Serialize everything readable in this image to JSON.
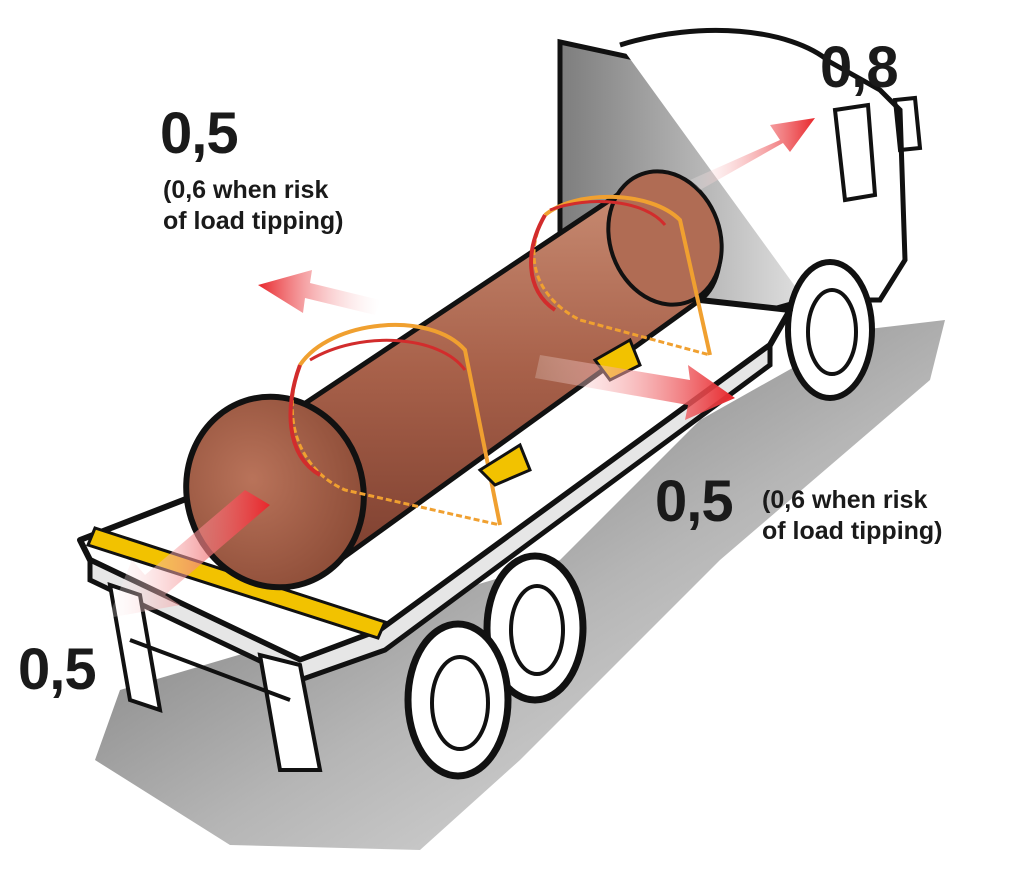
{
  "labels": {
    "front": {
      "value": "0,8"
    },
    "left": {
      "value": "0,5",
      "note_line1": "(0,6 when risk",
      "note_line2": "of load tipping)"
    },
    "right": {
      "value": "0,5",
      "note_line1": "(0,6 when risk",
      "note_line2": "of load tipping)"
    },
    "rear": {
      "value": "0,5"
    }
  },
  "colors": {
    "arrow": "#e8262b",
    "cargo": "#a8614a",
    "strap_outer": "#d22c2c",
    "strap_inner": "#f0a030",
    "chock": "#f2c200",
    "road_shadow": "#8a8a8a"
  }
}
